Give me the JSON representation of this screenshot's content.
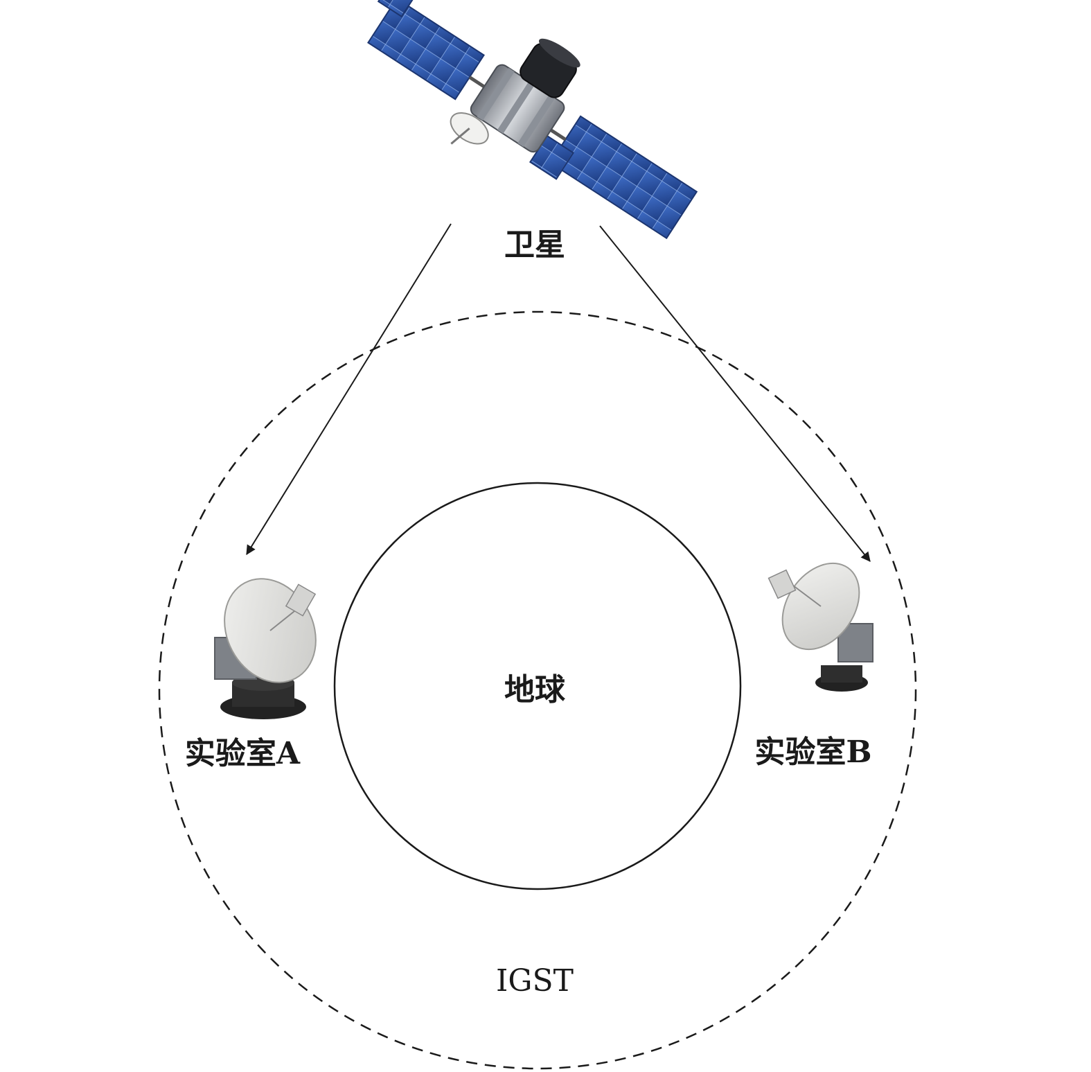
{
  "labels": {
    "satellite": "卫星",
    "earth": "地球",
    "lab_a": "实验室A",
    "lab_b": "实验室B",
    "orbit": "IGST"
  },
  "colors": {
    "line": "#1a1a1a",
    "panel": "#2f57a8",
    "panel_grid": "#8fb0e8",
    "body": "#9aa0a8",
    "dish": "#e6e6e4"
  }
}
